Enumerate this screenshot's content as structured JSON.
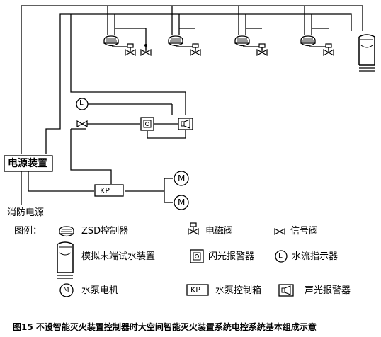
{
  "diagram": {
    "boxes": {
      "power_supply": "电源装置",
      "kp": "KP",
      "kp_legend": "KP"
    },
    "labels": {
      "fire_power": "消防电源",
      "legend_title": "图例：",
      "motor_symbol": "M",
      "flow_symbol": "L"
    },
    "legend": {
      "zsd_controller": "ZSD控制器",
      "solenoid_valve": "电磁阀",
      "signal_valve": "信号阀",
      "end_test_device": "模拟末端试水装置",
      "flash_alarm": "闪光报警器",
      "flow_indicator": "水流指示器",
      "pump_motor": "水泵电机",
      "pump_control_box": "水泵控制箱",
      "audible_visual_alarm": "声光报警器"
    },
    "caption": "图15  不设智能灭火装置控制器时大空间智能灭火装置系统电控系统基本组成示意"
  },
  "colors": {
    "line": "#000000",
    "background": "#ffffff"
  }
}
